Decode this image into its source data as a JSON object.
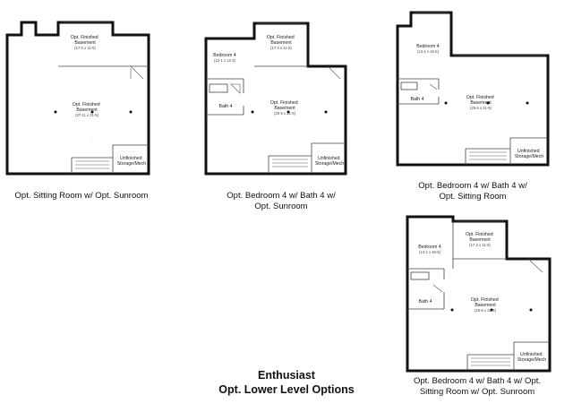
{
  "plans": {
    "p1": {
      "caption": "Opt. Sitting Room w/ Opt. Sunroom",
      "sunroom": {
        "name": [
          "Opt. Finished",
          "Basement"
        ],
        "dim": "(17-2 x 11-5)"
      },
      "main": {
        "name": [
          "Opt. Finished",
          "Basement"
        ],
        "dim": "(37-11 x 21-5)"
      },
      "storage": {
        "name": [
          "Unfinished",
          "Storage/Mech"
        ]
      }
    },
    "p2": {
      "caption_lines": [
        "Opt. Bedroom 4 w/ Bath 4 w/",
        "Opt. Sunroom"
      ],
      "bedroom": {
        "name": [
          "Bedroom 4"
        ],
        "dim": "(12-1 x 12-3)"
      },
      "sunroom": {
        "name": [
          "Opt. Finished",
          "Basement"
        ],
        "dim": "(17-2 x 11-5)"
      },
      "bath": {
        "name": [
          "Bath 4"
        ]
      },
      "main": {
        "name": [
          "Opt. Finished",
          "Basement"
        ],
        "dim": "(25-5 x 21-5)"
      },
      "storage": {
        "name": [
          "Unfinished",
          "Storage/Mech"
        ]
      }
    },
    "p3": {
      "caption_lines": [
        "Opt. Bedroom 4 w/ Bath 4 w/",
        "Opt. Sitting Room"
      ],
      "bedroom": {
        "name": [
          "Bedroom 4"
        ],
        "dim": "(12-1 x 16-5)"
      },
      "bath": {
        "name": [
          "Bath 4"
        ]
      },
      "main": {
        "name": [
          "Opt. Finished",
          "Basement"
        ],
        "dim": "(25-5 x 21-5)"
      },
      "storage": {
        "name": [
          "Unfinished",
          "Storage/Mech"
        ]
      }
    },
    "p4": {
      "caption_lines": [
        "Opt. Bedroom 4 w/ Bath 4 w/ Opt.",
        "Sitting Room w/ Opt. Sunroom"
      ],
      "bedroom": {
        "name": [
          "Bedroom 4"
        ],
        "dim": "(13-1 x 16-5)"
      },
      "sunroom": {
        "name": [
          "Opt. Finished",
          "Basement"
        ],
        "dim": "(17-2 x 11-5)"
      },
      "bath": {
        "name": [
          "Bath 4"
        ]
      },
      "main": {
        "name": [
          "Opt. Finished",
          "Basement"
        ],
        "dim": "(26-5 x 21-5)"
      },
      "storage": {
        "name": [
          "Unfinished",
          "Storage/Mech"
        ]
      }
    }
  },
  "title_lines": [
    "Enthusiast",
    "Opt. Lower Level Options"
  ]
}
